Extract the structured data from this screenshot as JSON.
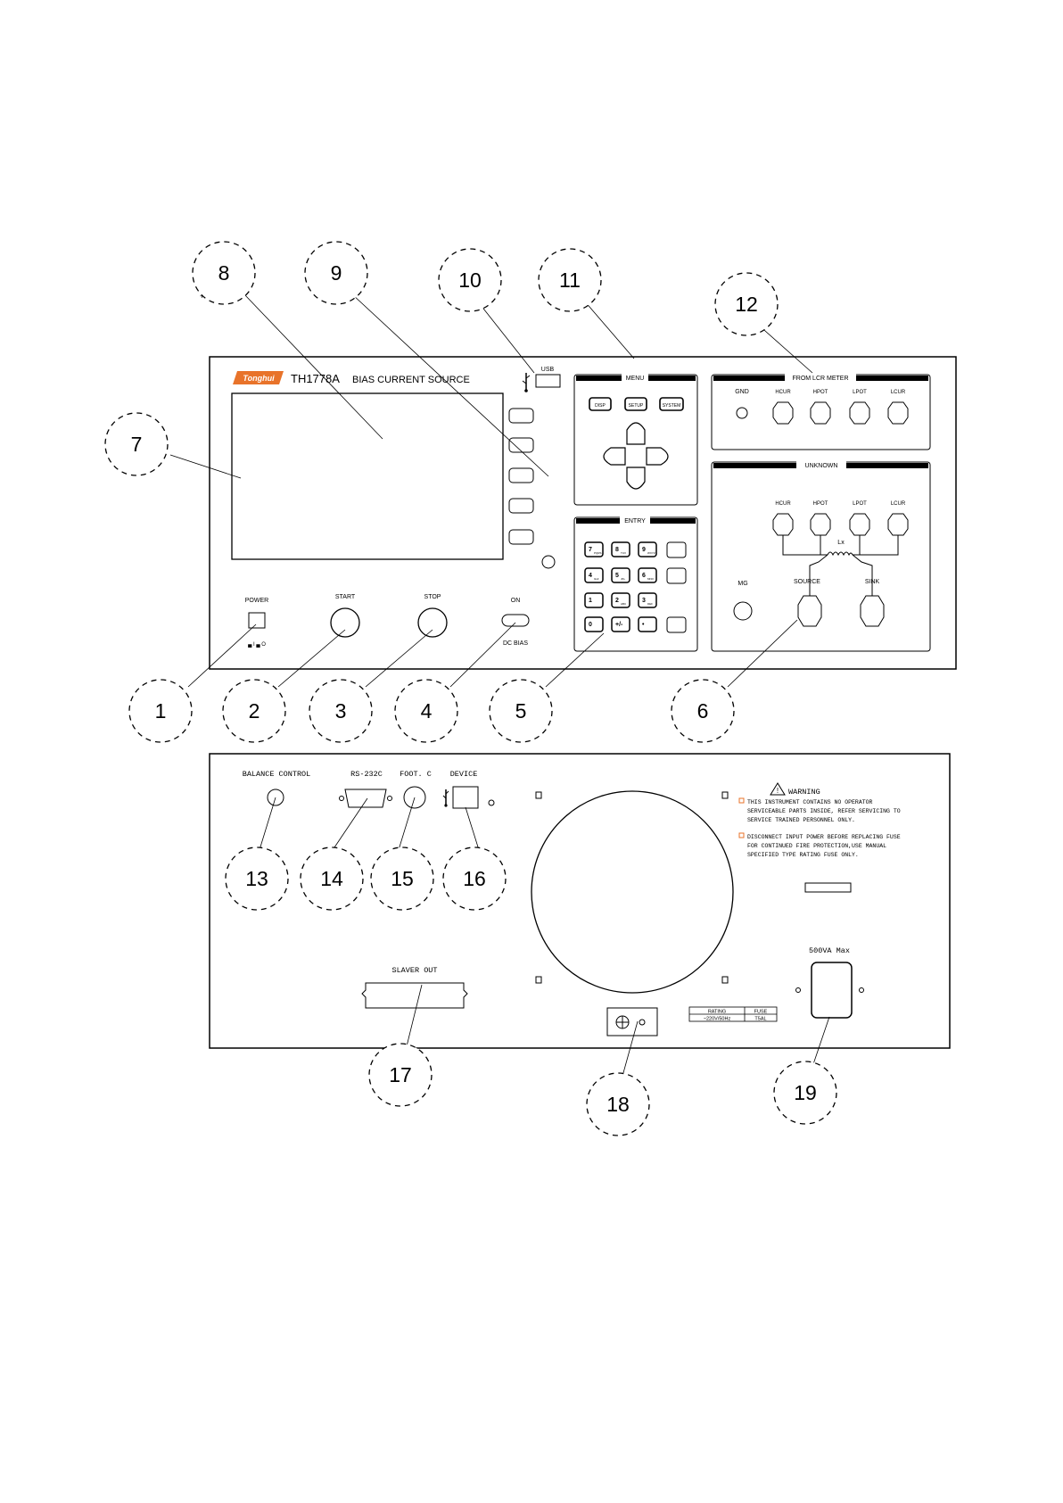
{
  "front": {
    "brand": "Tonghui",
    "model": "TH1778A",
    "title": "BIAS CURRENT SOURCE",
    "usb": "USB",
    "menu": {
      "title": "MENU",
      "keys": [
        "DISP",
        "SETUP",
        "SYSTEM"
      ]
    },
    "from_lcr": {
      "title": "FROM LCR METER",
      "terminals": [
        "GND",
        "HCUR",
        "HPOT",
        "LPOT",
        "LCUR"
      ]
    },
    "unknown": {
      "title": "UNKNOWN",
      "terminals": [
        "HCUR",
        "HPOT",
        "LPOT",
        "LCUR"
      ],
      "lx": "Lx",
      "mg": "MG",
      "source": "SOURCE",
      "sink": "SINK"
    },
    "entry": {
      "title": "ENTRY",
      "keys": [
        {
          "main": "7",
          "sub": "PQRS"
        },
        {
          "main": "8",
          "sub": "TUV"
        },
        {
          "main": "9",
          "sub": "WXYZ"
        },
        {
          "main": "4",
          "sub": "GHI"
        },
        {
          "main": "5",
          "sub": "JKL"
        },
        {
          "main": "6",
          "sub": "MNO"
        },
        {
          "main": "1",
          "sub": ""
        },
        {
          "main": "2",
          "sub": "ABC"
        },
        {
          "main": "3",
          "sub": "DEF"
        },
        {
          "main": "0",
          "sub": ""
        },
        {
          "main": "+/-",
          "sub": ""
        },
        {
          "main": "•",
          "sub": ""
        }
      ]
    },
    "power": "POWER",
    "start": "START",
    "stop": "STOP",
    "on": "ON",
    "dc_bias": "DC BIAS"
  },
  "rear": {
    "balance_control": "BALANCE CONTROL",
    "rs232c": "RS-232C",
    "foot": "FOOT. C",
    "device": "DEVICE",
    "warning_title": "WARNING",
    "warning_lines": [
      "THIS INSTRUMENT CONTAINS NO OPERATOR",
      "SERVICEABLE PARTS INSIDE, REFER SERVICING TO",
      "SERVICE TRAINED PERSONNEL ONLY.",
      "DISCONNECT INPUT POWER BEFORE REPLACING FUSE",
      "FOR CONTINUED FIRE PROTECTION,USE MANUAL",
      "SPECIFIED TYPE RATING FUSE ONLY."
    ],
    "slaver_out": "SLAVER OUT",
    "power_max": "500VA Max",
    "rating_headers": [
      "RATING",
      "FUSE"
    ],
    "rating_values": [
      "~220V/50Hz",
      "T5AL"
    ]
  },
  "callouts": [
    "1",
    "2",
    "3",
    "4",
    "5",
    "6",
    "7",
    "8",
    "9",
    "10",
    "11",
    "12",
    "13",
    "14",
    "15",
    "16",
    "17",
    "18",
    "19"
  ],
  "colors": {
    "brand": "#e8732a",
    "ink": "#000000",
    "paper": "#ffffff"
  }
}
